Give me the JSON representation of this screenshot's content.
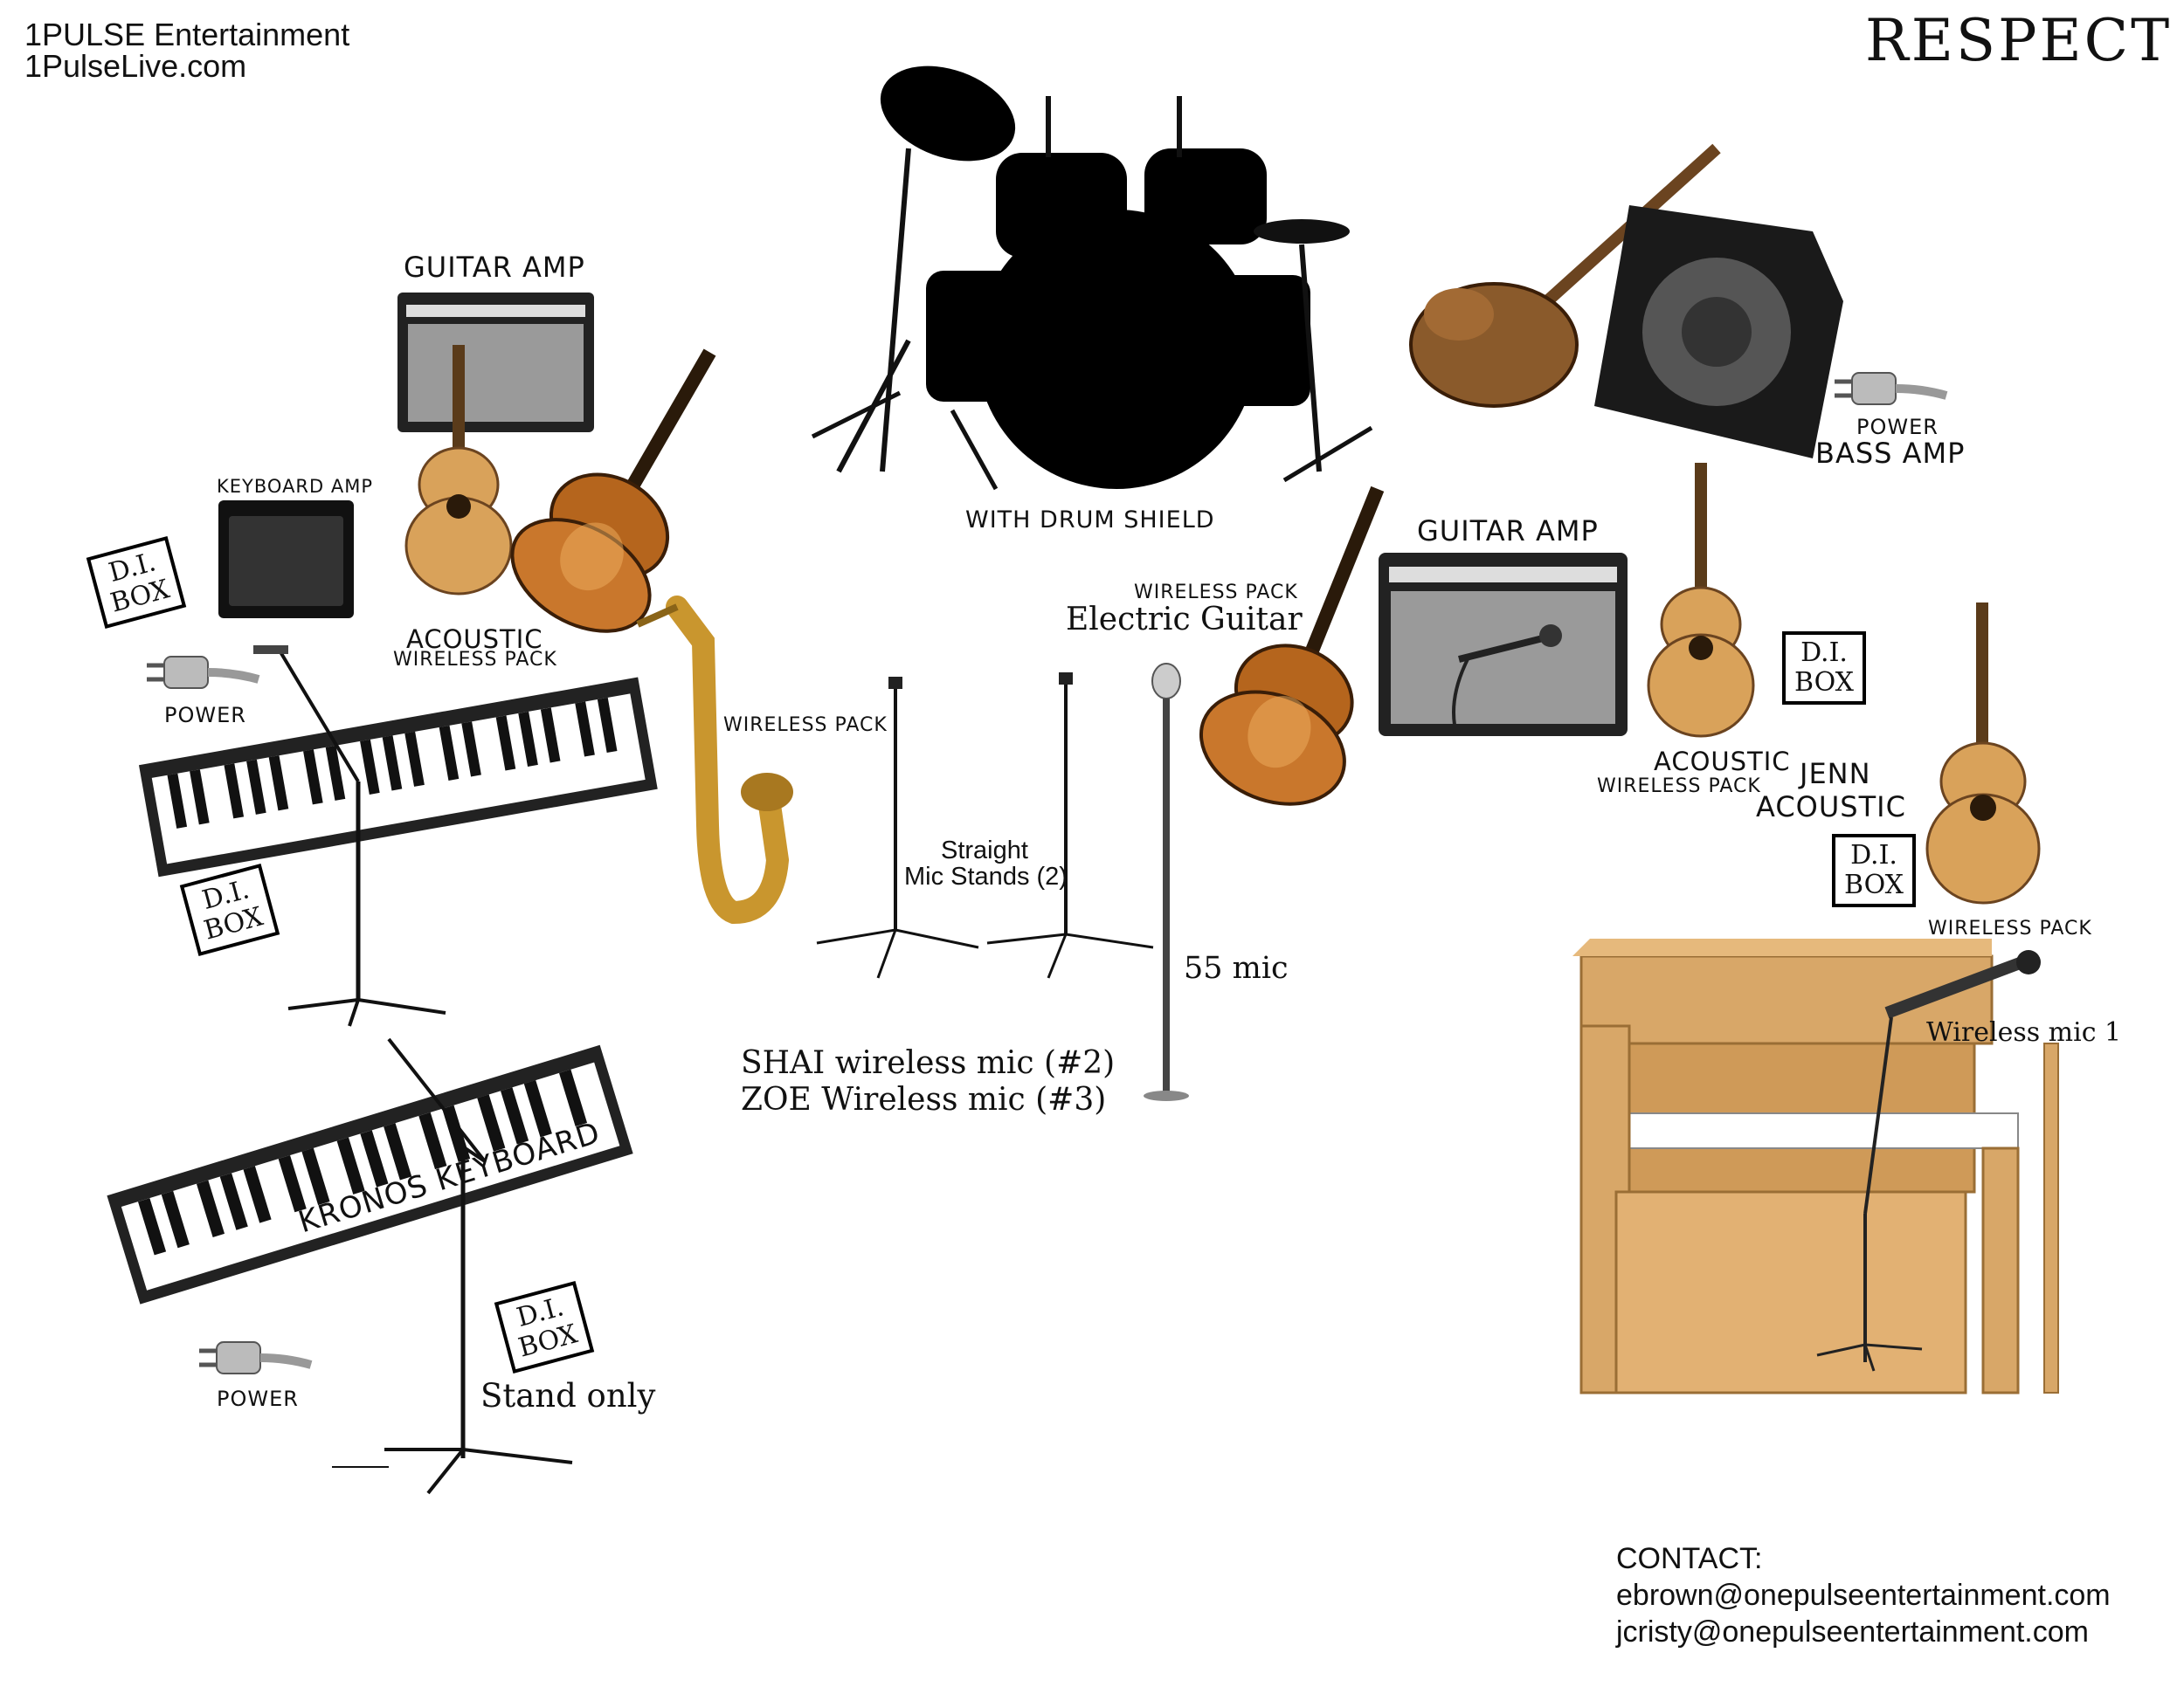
{
  "header": {
    "company": "1PULSE Entertainment",
    "website": "1PulseLive.com",
    "title": "RESPECT"
  },
  "labels": {
    "drum": "WITH DRUM SHIELD",
    "guitar_amp_left": "GUITAR AMP",
    "keyboard_amp": "KEYBOARD AMP",
    "acoustic_left": "ACOUSTIC",
    "wireless_pack_left": "WIRELESS PACK",
    "power_left_top": "POWER",
    "sax_wireless": "WIRELESS PACK",
    "straight_stands_1": "Straight",
    "straight_stands_2": "Mic Stands (2)",
    "shai": "SHAI wireless mic (#2)",
    "zoe": "ZOE Wireless mic (#3)",
    "mic55": "55 mic",
    "electric_pack": "WIRELESS PACK",
    "electric_guitar": "Electric Guitar",
    "guitar_amp_right": "GUITAR AMP",
    "power_bass": "POWER",
    "bass_amp": "BASS AMP",
    "acoustic_right": "ACOUSTIC",
    "wireless_pack_right": "WIRELESS PACK",
    "jenn": "JENN",
    "jenn_acoustic": "ACOUSTIC",
    "jenn_wireless": "WIRELESS PACK",
    "wireless_mic1": "Wireless mic 1",
    "kronos": "KRONOS KEYBOARD",
    "power_bottom": "POWER",
    "stand_only": "Stand only"
  },
  "dibox": {
    "line1": "D.I.",
    "line2": "BOX"
  },
  "contact": {
    "label": "CONTACT:",
    "email1": "ebrown@onepulseentertainment.com",
    "email2": "jcristy@onepulseentertainment.com"
  },
  "colors": {
    "wood": "#d9a25a",
    "wood_dark": "#8a5a2b",
    "sunburst": "#b5651d",
    "brass": "#c9962e",
    "piano": "#d8a768",
    "amp_grill": "#9a9a9a"
  }
}
